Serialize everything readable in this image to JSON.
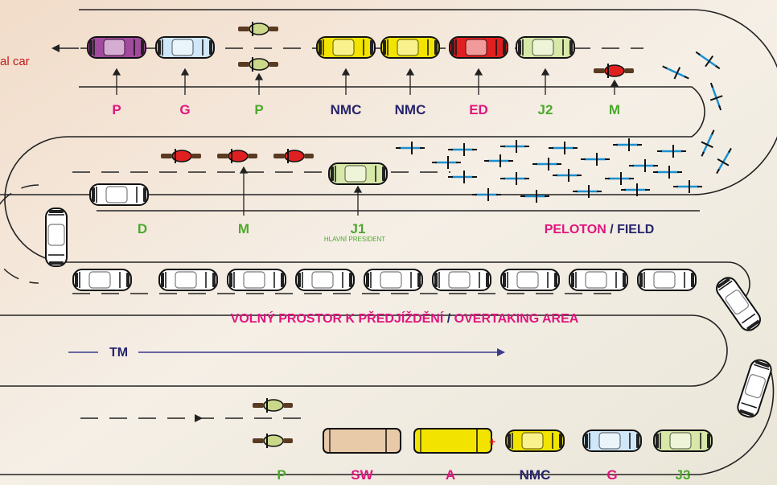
{
  "edge_text": "al car",
  "labels": {
    "p1": "P",
    "g1": "G",
    "p2": "P",
    "nmc1": "NMC",
    "nmc2": "NMC",
    "ed": "ED",
    "j2": "J2",
    "m1": "M",
    "d": "D",
    "m2": "M",
    "j1": "J1",
    "j1_sub": "HLAVNÍ PRESIDENT",
    "peloton": "PELOTON",
    "slash1": " / ",
    "field": "FIELD",
    "overtake_cz": "VOLNÝ PROSTOR K PŘEDJÍŽDĚNÍ",
    "slash2": " / ",
    "overtake_en": "OVERTAKING AREA",
    "tm": "TM",
    "p3": "P",
    "sw": "SW",
    "a": "A",
    "nmc3": "NMC",
    "g2": "G",
    "j3": "J3"
  },
  "colors": {
    "magenta": "#e0157e",
    "green": "#4ea82e",
    "navy": "#27246b",
    "yellow_car": "#f2e400",
    "red_car": "#e02020",
    "purple_car": "#a24a9e",
    "blue_car": "#cfe7f8",
    "lime_car": "#d8e8a8",
    "grey_car": "#ffffff",
    "tan_van": "#e8c9a8",
    "road_line": "#222222"
  }
}
